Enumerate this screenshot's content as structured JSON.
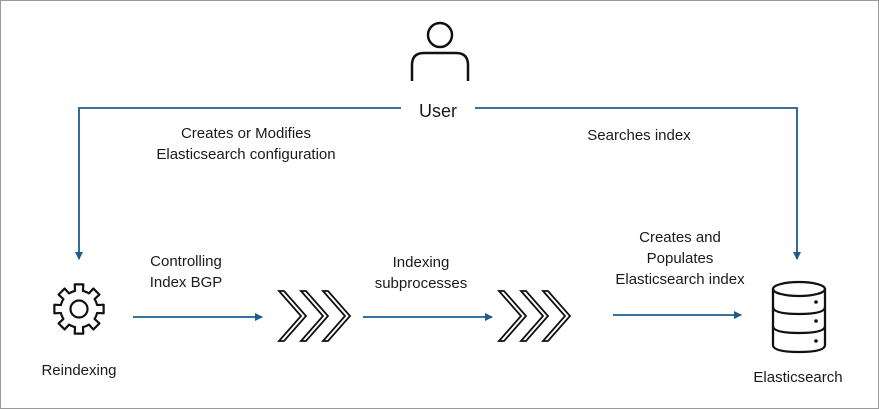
{
  "colors": {
    "connector": "#1f5c8b",
    "icon": "#111111",
    "text": "#1a1a1a",
    "border": "#9a9a9a"
  },
  "nodes": {
    "user": {
      "label": "User",
      "icon": "person-icon"
    },
    "reindexing": {
      "label": "Reindexing",
      "icon": "gear-icon"
    },
    "elasticsearch": {
      "label": "Elasticsearch",
      "icon": "database-icon"
    }
  },
  "edges": {
    "user_to_reindexing": [
      "Creates or Modifies",
      "Elasticsearch configuration"
    ],
    "user_to_elasticsearch": [
      "Searches index"
    ],
    "controlling": [
      "Controlling",
      "Index BGP"
    ],
    "indexing": [
      "Indexing",
      "subprocesses"
    ],
    "populating": [
      "Creates and",
      "Populates",
      "Elasticsearch index"
    ]
  },
  "process_stages": [
    "chevron-stage-1",
    "chevron-stage-2"
  ]
}
